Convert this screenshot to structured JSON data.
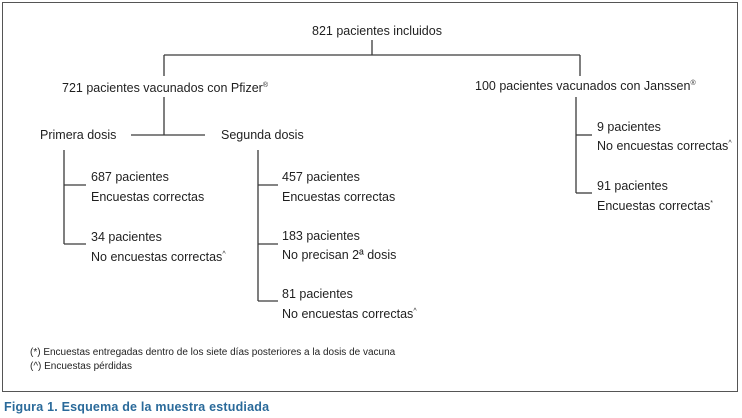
{
  "root": {
    "text": "821 pacientes incluidos"
  },
  "pfizer": {
    "text": "721 pacientes vacunados con Pfizer",
    "mark": "®"
  },
  "janssen": {
    "text": "100 pacientes vacunados con Janssen",
    "mark": "®"
  },
  "primera_dosis": {
    "label": "Primera dosis",
    "leaves": [
      {
        "count": "687 pacientes",
        "desc": "Encuestas correctas",
        "mark": ""
      },
      {
        "count": "34 pacientes",
        "desc": "No encuestas correctas",
        "mark": "^"
      }
    ]
  },
  "segunda_dosis": {
    "label": "Segunda dosis",
    "leaves": [
      {
        "count": "457 pacientes",
        "desc": "Encuestas correctas",
        "mark": ""
      },
      {
        "count": "183 pacientes",
        "desc": "No precisan 2ª dosis",
        "mark": ""
      },
      {
        "count": "81 pacientes",
        "desc": "No encuestas correctas",
        "mark": "^"
      }
    ]
  },
  "janssen_leaves": [
    {
      "count": "9 pacientes",
      "desc": "No encuestas correctas",
      "mark": "^"
    },
    {
      "count": "91 pacientes",
      "desc": "Encuestas correctas",
      "mark": "*"
    }
  ],
  "notes": [
    "(*) Encuestas entregadas dentro de los siete días posteriores a la dosis de vacuna",
    "(^) Encuestas pérdidas"
  ],
  "caption": "Figura 1. Esquema de la muestra estudiada"
}
